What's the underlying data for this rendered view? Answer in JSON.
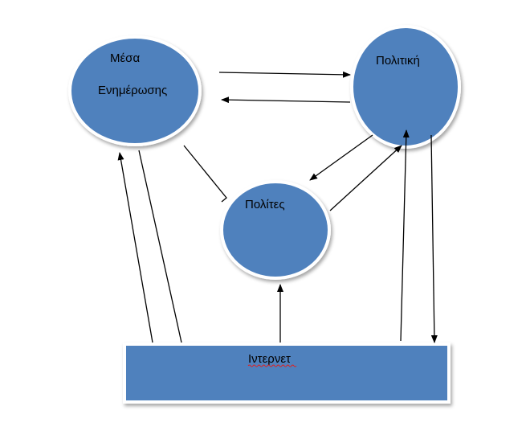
{
  "diagram": {
    "nodes": {
      "media": {
        "line1": "Μέσα",
        "line2": "Ενημέρωσης",
        "fill": "#4f81bd",
        "outline": "#ffffff"
      },
      "politics": {
        "label": "Πολιτική",
        "fill": "#4f81bd",
        "outline": "#ffffff"
      },
      "citizens": {
        "label": "Πολίτες",
        "fill": "#4f81bd",
        "outline": "#ffffff"
      },
      "internet": {
        "label": "Ιντερνετ",
        "fill": "#4f81bd",
        "outline": "#ffffff",
        "spellcheck_underline_color": "#e02020"
      }
    },
    "edges": [
      {
        "from": "media",
        "to": "politics",
        "arrow": true
      },
      {
        "from": "politics",
        "to": "media",
        "arrow": true
      },
      {
        "from": "media",
        "to": "citizens",
        "arrow": false
      },
      {
        "from": "politics",
        "to": "citizens",
        "arrow": true
      },
      {
        "from": "citizens",
        "to": "politics",
        "arrow": true
      },
      {
        "from": "internet",
        "to": "media",
        "arrow": true
      },
      {
        "from": "media",
        "to": "internet",
        "arrow": false
      },
      {
        "from": "internet",
        "to": "citizens",
        "arrow": true
      },
      {
        "from": "internet",
        "to": "politics",
        "arrow": true
      },
      {
        "from": "politics",
        "to": "internet",
        "arrow": true
      }
    ]
  }
}
